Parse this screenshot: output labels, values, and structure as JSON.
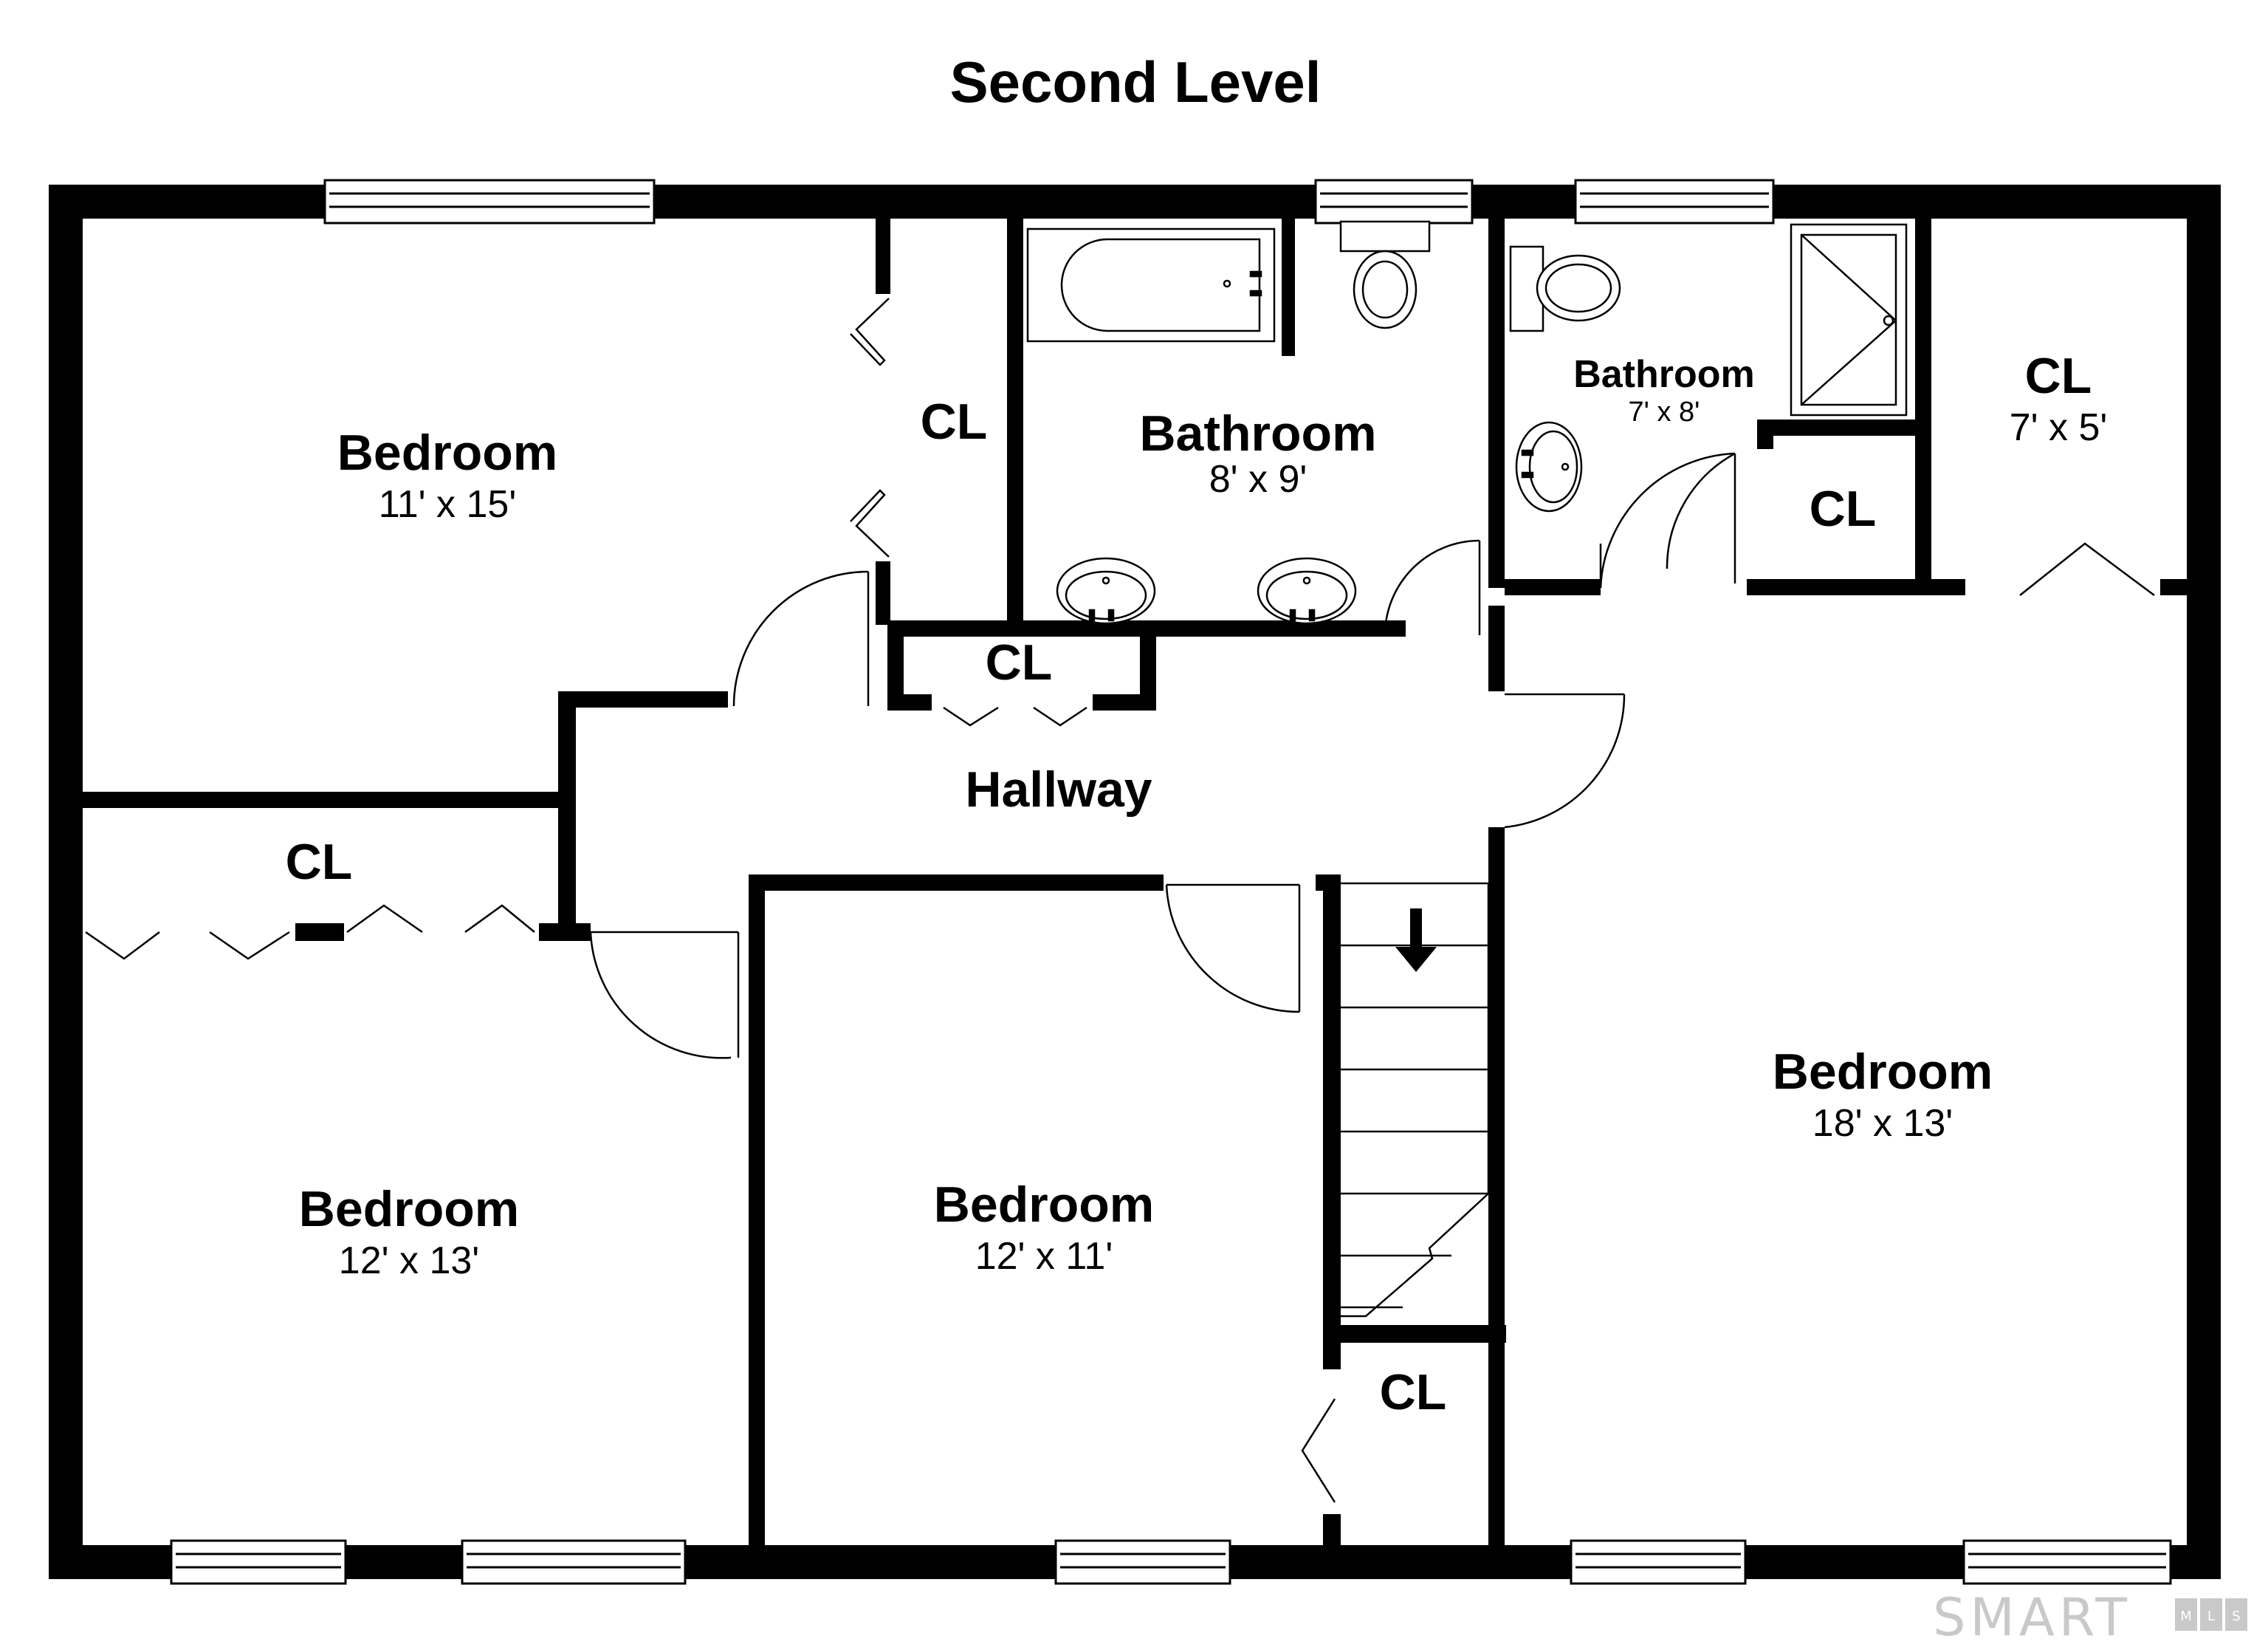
{
  "title": "Second Level",
  "rooms": {
    "bedroom_top_left": {
      "name": "Bedroom",
      "dims": "11' x 15'"
    },
    "closet_top_left": {
      "name": "CL"
    },
    "bathroom_main": {
      "name": "Bathroom",
      "dims": "8' x 9'"
    },
    "bathroom_small": {
      "name": "Bathroom",
      "dims": "7' x 8'"
    },
    "closet_top_right": {
      "name": "CL",
      "dims": "7' x 5'"
    },
    "closet_bath": {
      "name": "CL"
    },
    "closet_hall": {
      "name": "CL"
    },
    "hallway": {
      "name": "Hallway"
    },
    "closet_left": {
      "name": "CL"
    },
    "bedroom_bottom_left": {
      "name": "Bedroom",
      "dims": "12' x 13'"
    },
    "bedroom_bottom_mid": {
      "name": "Bedroom",
      "dims": "12' x 11'"
    },
    "closet_stairs": {
      "name": "CL"
    },
    "bedroom_right": {
      "name": "Bedroom",
      "dims": "18' x 13'"
    }
  },
  "watermark": {
    "text": "SMART",
    "suffix": [
      "M",
      "L",
      "S"
    ]
  },
  "icons": [
    "stair-down-arrow-icon",
    "bathtub-icon",
    "toilet-icon",
    "sink-icon",
    "shower-icon",
    "door-swing-icon",
    "bifold-door-icon",
    "window-icon"
  ]
}
